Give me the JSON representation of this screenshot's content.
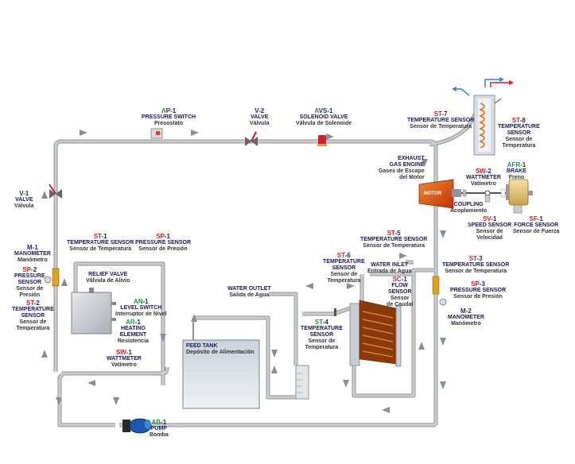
{
  "colors": {
    "pipe": "#b9bec4",
    "pipe_edge": "#8e949a",
    "arrow": "#8a8f95",
    "tank_fill": "#dfe6ea",
    "motor": "#e05a12",
    "code_green": "#1a9a3a",
    "code_red": "#d0202a",
    "code_navy": "#1a2a6a",
    "label_text": "#1a1a4a"
  },
  "components": {
    "ap1": {
      "c1": "A",
      "c2": "P-1",
      "en": "PRESSURE SWITCH",
      "es": "Presostato"
    },
    "v2": {
      "c1": "V-2",
      "c2": "",
      "en": "VALVE",
      "es": "Válvula"
    },
    "avs1": {
      "c1": "A",
      "c2": "VS-1",
      "en": "SOLENOID VALVE",
      "es": "Válvula de Solenoide"
    },
    "st7": {
      "c1": "ST",
      "c2": "-7",
      "en": "TEMPERATURE SENSOR",
      "es": "Sensor de Temperatura"
    },
    "st8": {
      "c1": "ST",
      "c2": "-8",
      "en1": "TEMPERATURE",
      "en2": "SENSOR",
      "es1": "Sensor de",
      "es2": "Temperatura"
    },
    "exhaust": {
      "en1": "EXHAUST",
      "en2": "GAS ENGINE",
      "es1": "Gases de Escape",
      "es2": "del Motor"
    },
    "sw2": {
      "c1": "SW",
      "c2": "-2",
      "en": "WATTMETER",
      "es": "Vatímetro"
    },
    "afr1": {
      "c1": "AFR",
      "c2": "-1",
      "en": "BRAKE",
      "es": "Freno"
    },
    "motor": {
      "label": "MOTOR"
    },
    "coupling": {
      "en": "COUPLING",
      "es": "Acoplamiento"
    },
    "sv1": {
      "c1": "SV",
      "c2": "-1",
      "en": "SPEED SENSOR",
      "es1": "Sensor de",
      "es2": "Velocidad"
    },
    "sf1": {
      "c1": "SF",
      "c2": "-1",
      "en": "FORCE SENSOR",
      "es": "Sensor de Fuerza"
    },
    "v1": {
      "c1": "V-1",
      "c2": "",
      "en": "VALVE",
      "es": "Válvula"
    },
    "m1": {
      "c1": "M-1",
      "c2": "",
      "en": "MANOMETER",
      "es": "Manómetro"
    },
    "sp2": {
      "c1": "SP",
      "c2": "-2",
      "en1": "PRESSURE",
      "en2": "SENSOR",
      "es1": "Sensor de",
      "es2": "Presión"
    },
    "st2": {
      "c1": "ST",
      "c2": "-2",
      "en1": "TEMPERATURE",
      "en2": "SENSOR",
      "es1": "Sensor de",
      "es2": "Temperatura"
    },
    "st1": {
      "c1": "ST",
      "c2": "-1",
      "en": "TEMPERATURE SENSOR",
      "es": "Sensor de Temperatura"
    },
    "sp1": {
      "c1": "SP",
      "c2": "-1",
      "en": "PRESSURE SENSOR",
      "es": "Sensor de Presión"
    },
    "st5": {
      "c1": "ST",
      "c2": "-5",
      "en": "TEMPERATURE SENSOR",
      "es": "Sensor de Temperatura"
    },
    "relief": {
      "en": "RELIEF VALVE",
      "es": "Válvula de Alivio"
    },
    "an1": {
      "c1": "AN",
      "c2": "-1",
      "en": "LEVEL SWITCH",
      "es": "Interruptor de Nivel"
    },
    "ar1": {
      "c1": "AR",
      "c2": "-1",
      "en1": "HEATING",
      "en2": "ELEMENT",
      "es": "Resistencia"
    },
    "sw1": {
      "c1": "SW",
      "c2": "-1",
      "en": "WATTMETER",
      "es": "Vatímetro"
    },
    "st6": {
      "c1": "ST",
      "c2": "-6",
      "en1": "TEMPERATURE",
      "en2": "SENSOR",
      "es1": "Sensor de",
      "es2": "Temperatura"
    },
    "water_inlet": {
      "en": "WATER INLET",
      "es": "Entrada de Agua"
    },
    "sc1": {
      "c1": "SC",
      "c2": "-1",
      "en1": "FLOW",
      "en2": "SENSOR",
      "es1": "Sensor",
      "es2": "de Caudal"
    },
    "st3": {
      "c1": "ST",
      "c2": "-3",
      "en": "TEMPERATURE SENSOR",
      "es": "Sensor de Temperatura"
    },
    "sp3": {
      "c1": "SP",
      "c2": "-3",
      "en": "PRESSURE SENSOR",
      "es": "Sensor de Presión"
    },
    "m2": {
      "c1": "M-2",
      "c2": "",
      "en": "MANOMETER",
      "es": "Manómetro"
    },
    "water_outlet": {
      "en": "WATER OUTLET",
      "es": "Salida de Agua"
    },
    "st4": {
      "c1": "ST",
      "c2": "-4",
      "en": "TEMPERATURE",
      "en2": "SENSOR",
      "es1": "Sensor de",
      "es2": "Temperatura"
    },
    "feed_tank": {
      "en": "FEED TANK",
      "es": "Depósito de Alimentación"
    },
    "ab1": {
      "c1": "AB",
      "c2": "-1",
      "en": "PUMP",
      "es": "Bomba"
    }
  }
}
